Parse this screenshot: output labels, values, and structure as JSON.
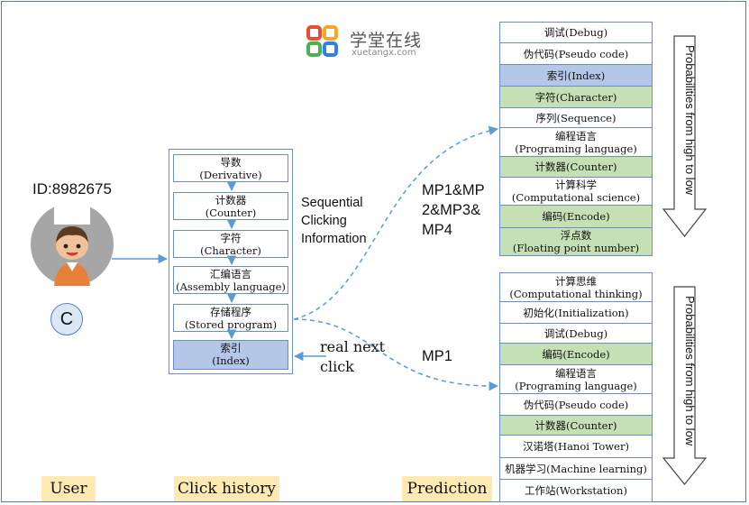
{
  "logo": {
    "name": "学堂在线",
    "domain": "xuetangx.com"
  },
  "user": {
    "id_label": "ID:8982675",
    "badge": "C"
  },
  "click_history": [
    {
      "zh": "导数",
      "en": "(Derivative)",
      "highlight": false
    },
    {
      "zh": "计数器",
      "en": "(Counter)",
      "highlight": false
    },
    {
      "zh": "字符",
      "en": "(Character)",
      "highlight": false
    },
    {
      "zh": "汇编语言",
      "en": "(Assembly language)",
      "highlight": false
    },
    {
      "zh": "存储程序",
      "en": "(Stored program)",
      "highlight": false
    },
    {
      "zh": "索引",
      "en": "(Index)",
      "highlight": true
    }
  ],
  "labels": {
    "sequential": [
      "Sequential",
      "Clicking",
      "Information"
    ],
    "real_next": [
      "real next",
      "click"
    ],
    "mp_top": [
      "MP1&MP",
      "2&MP3&",
      "MP4"
    ],
    "mp_bottom": "MP1",
    "probabilities": "Probabilities from high to low"
  },
  "prediction_top": [
    {
      "text": "调试(Debug)",
      "style": "white"
    },
    {
      "text": "伪代码(Pseudo code)",
      "style": "white"
    },
    {
      "text": "索引(Index)",
      "style": "blue"
    },
    {
      "text": "字符(Character)",
      "style": "green"
    },
    {
      "text": "序列(Sequence)",
      "style": "white"
    },
    {
      "text": "编程语言",
      "text2": "(Programing language)",
      "style": "white"
    },
    {
      "text": "计数器(Counter)",
      "style": "green"
    },
    {
      "text": "计算科学",
      "text2": "(Computational science)",
      "style": "white"
    },
    {
      "text": "编码(Encode)",
      "style": "green"
    },
    {
      "text": "浮点数",
      "text2": "(Floating point number)",
      "style": "green"
    }
  ],
  "prediction_bottom": [
    {
      "text": "计算思维",
      "text2": "(Computational thinking)",
      "style": "white"
    },
    {
      "text": "初始化(Initialization)",
      "style": "white"
    },
    {
      "text": "调试(Debug)",
      "style": "white"
    },
    {
      "text": "编码(Encode)",
      "style": "green"
    },
    {
      "text": "编程语言",
      "text2": "(Programing language)",
      "style": "white"
    },
    {
      "text": "伪代码(Pseudo code)",
      "style": "white"
    },
    {
      "text": "计数器(Counter)",
      "style": "green"
    },
    {
      "text": "汉诺塔(Hanoi Tower)",
      "style": "white"
    },
    {
      "text": "机器学习(Machine learning)",
      "style": "white"
    },
    {
      "text": "工作站(Workstation)",
      "style": "white"
    }
  ],
  "footer": {
    "user": "User",
    "history": "Click history",
    "prediction": "Prediction"
  },
  "colors": {
    "highlight_blue": "#b4c7e7",
    "highlight_green": "#c5e0b4",
    "footer_bg": "#fde9b2",
    "line": "#5b9bd5"
  }
}
